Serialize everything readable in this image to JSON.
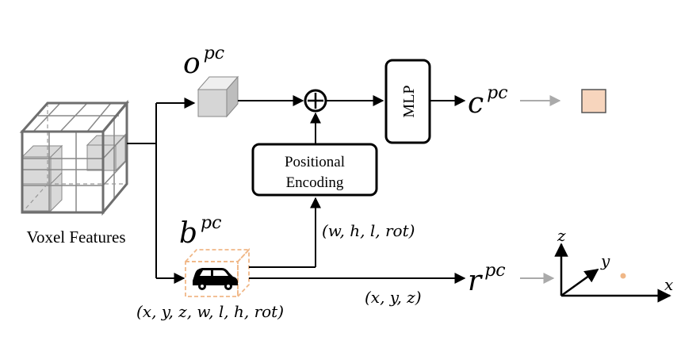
{
  "voxel_label": "Voxel Features",
  "o_label": {
    "base": "o",
    "sup": "pc"
  },
  "b_label": {
    "base": "b",
    "sup": "pc"
  },
  "c_label": {
    "base": "c",
    "sup": "pc"
  },
  "r_label": {
    "base": "r",
    "sup": "pc"
  },
  "positional_encoding": {
    "line1": "Positional",
    "line2": "Encoding"
  },
  "mlp_label": "MLP",
  "whlrot_label": "(w, h, l, rot)",
  "xyz_label": "(x, y, z)",
  "box_params_label": "(x, y, z, w, l, h, rot)",
  "axes": {
    "x": "x",
    "y": "y",
    "z": "z"
  },
  "colors": {
    "line": "#000000",
    "gray_arrow": "#aaaaaa",
    "voxel_fill": "#d9d9d9",
    "box_dash": "#f0b787",
    "output_square": "#f7d5bd",
    "point": "#f0b787"
  }
}
